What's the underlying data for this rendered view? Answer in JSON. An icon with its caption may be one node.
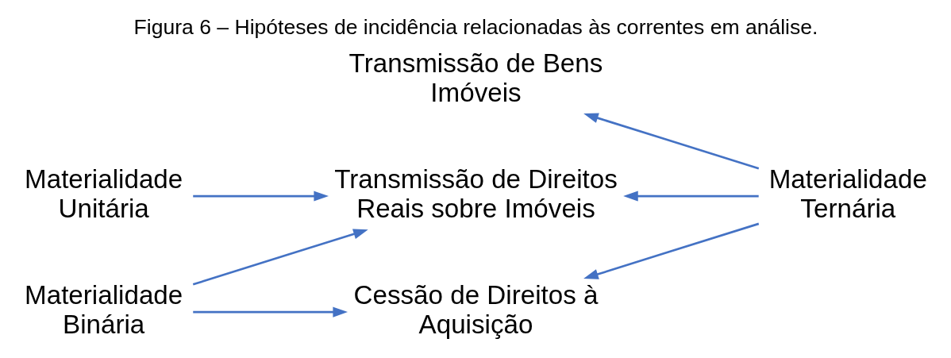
{
  "diagram": {
    "title": "Figura 6 – Hipóteses de incidência relacionadas às correntes em análise.",
    "nodes": [
      {
        "text": [
          "Materialidade Unitária"
        ]
      },
      {
        "text": [
          "Materialidade Binária"
        ]
      },
      {
        "text": [
          "Transmissão de Bens Imóveis"
        ]
      },
      {
        "text": [
          "Transmissão de Direitos Reais sobre Imóveis"
        ]
      },
      {
        "text": [
          "Cessão de Direitos à Aquisição"
        ]
      },
      {
        "text": [
          "Materialidade Ternária"
        ]
      }
    ],
    "edges": [
      {
        "from": 0,
        "to": 3,
        "arrow": "to"
      },
      {
        "from": 1,
        "to": 3,
        "arrow": "to"
      },
      {
        "from": 1,
        "to": 4,
        "arrow": "to"
      },
      {
        "from": 5,
        "to": 2,
        "arrow": "to"
      },
      {
        "from": 5,
        "to": 3,
        "arrow": "to"
      },
      {
        "from": 5,
        "to": 4,
        "arrow": "to"
      }
    ]
  }
}
